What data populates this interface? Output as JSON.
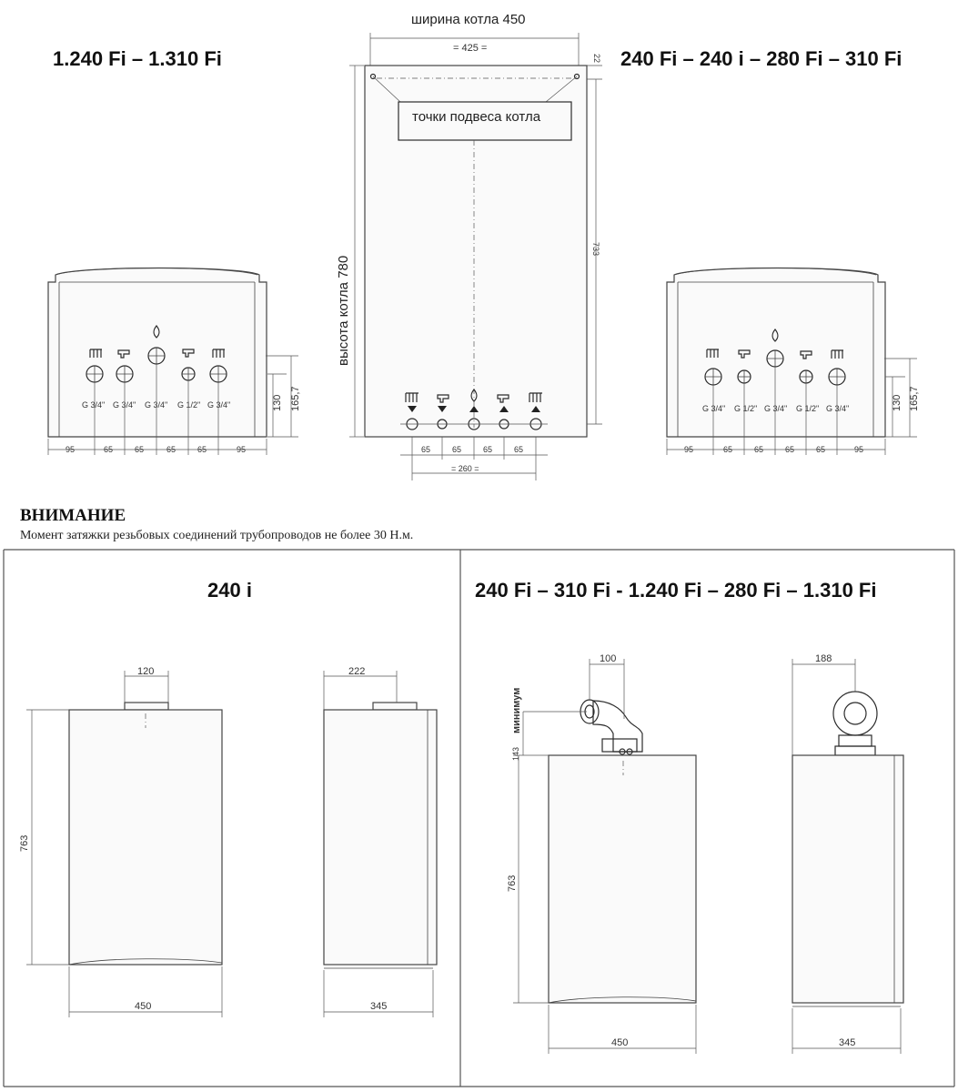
{
  "top": {
    "left_title": "1.240 Fi – 1.310 Fi",
    "right_title": "240 Fi – 240 i – 280 Fi – 310 Fi",
    "width_label": "ширина котла 450",
    "height_label": "высота котла 780",
    "hanging_points_label": "точки подвеса котла",
    "dim_425": "= 425 =",
    "dim_22": "22",
    "dim_733": "733",
    "dim_260": "= 260 =",
    "center_spacing": [
      "65",
      "65",
      "65",
      "65"
    ],
    "left_panel": {
      "threads": [
        "G 3/4\"",
        "G 3/4\"",
        "G 3/4\"",
        "G 1/2\"",
        "G 3/4\""
      ],
      "spacing": [
        "95",
        "65",
        "65",
        "65",
        "65",
        "95"
      ],
      "dim_130": "130",
      "dim_165": "165,7"
    },
    "right_panel": {
      "threads": [
        "G 3/4\"",
        "G 1/2\"",
        "G 3/4\"",
        "G 1/2\"",
        "G 3/4\""
      ],
      "spacing": [
        "95",
        "65",
        "65",
        "65",
        "65",
        "95"
      ],
      "dim_130": "130",
      "dim_165": "165,7"
    }
  },
  "warning": {
    "heading": "ВНИМАНИЕ",
    "text": "Момент затяжки резьбовых соединений трубопроводов не более 30 Н.м."
  },
  "bottom_left": {
    "title": "240 i",
    "dim_120": "120",
    "dim_222": "222",
    "dim_763": "763",
    "dim_450": "450",
    "dim_345": "345"
  },
  "bottom_right": {
    "title": "240 Fi – 310 Fi - 1.240 Fi – 280 Fi – 1.310 Fi",
    "dim_100": "100",
    "dim_188": "188",
    "min_label": "минимум",
    "dim_143": "143",
    "dim_763": "763",
    "dim_450": "450",
    "dim_345": "345"
  }
}
